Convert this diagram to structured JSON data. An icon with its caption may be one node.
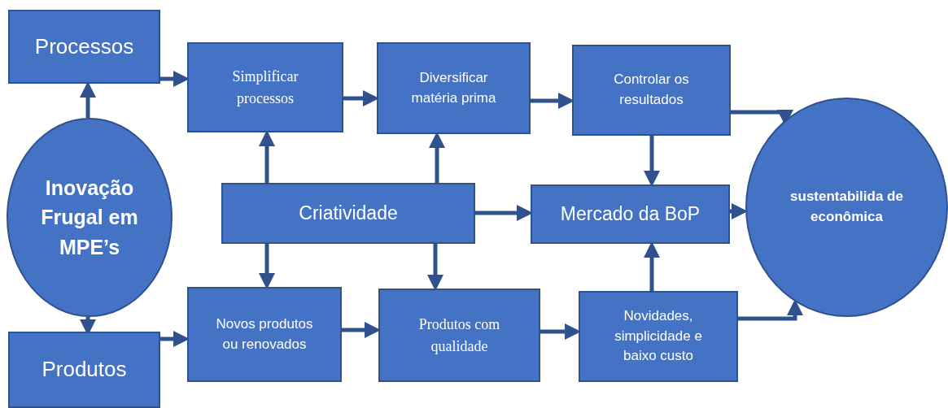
{
  "diagram": {
    "nodes": [
      {
        "text": [
          "Processos"
        ]
      },
      {
        "text": [
          "Inovação Frugal em MPE’s"
        ]
      },
      {
        "text": [
          "Produtos"
        ]
      },
      {
        "text": [
          "Simplificar processos"
        ]
      },
      {
        "text": [
          "Diversificar matéria prima"
        ]
      },
      {
        "text": [
          "Controlar os resultados"
        ]
      },
      {
        "text": [
          "Criatividade"
        ]
      },
      {
        "text": [
          "Mercado da BoP"
        ]
      },
      {
        "text": [
          "sustentabilida de econômica"
        ]
      },
      {
        "text": [
          "Novos produtos ou renovados"
        ]
      },
      {
        "text": [
          "Produtos com qualidade"
        ]
      },
      {
        "text": [
          "Novidades, simplicidade e baixo custo"
        ]
      }
    ],
    "edges": [
      {
        "from": 1,
        "to": 0,
        "arrow": "to"
      },
      {
        "from": 1,
        "to": 2,
        "arrow": "to"
      },
      {
        "from": 0,
        "to": 3,
        "arrow": "to"
      },
      {
        "from": 2,
        "to": 9,
        "arrow": "to"
      },
      {
        "from": 3,
        "to": 4,
        "arrow": "to"
      },
      {
        "from": 4,
        "to": 5,
        "arrow": "to"
      },
      {
        "from": 5,
        "to": 8,
        "arrow": "to"
      },
      {
        "from": 5,
        "to": 7,
        "arrow": "to"
      },
      {
        "from": 6,
        "to": 3,
        "arrow": "to"
      },
      {
        "from": 6,
        "to": 4,
        "arrow": "to"
      },
      {
        "from": 6,
        "to": 9,
        "arrow": "to"
      },
      {
        "from": 6,
        "to": 10,
        "arrow": "to"
      },
      {
        "from": 6,
        "to": 7,
        "arrow": "to"
      },
      {
        "from": 7,
        "to": 8,
        "arrow": "to"
      },
      {
        "from": 9,
        "to": 10,
        "arrow": "to"
      },
      {
        "from": 10,
        "to": 11,
        "arrow": "to"
      },
      {
        "from": 11,
        "to": 7,
        "arrow": "to"
      },
      {
        "from": 11,
        "to": 8,
        "arrow": "to"
      }
    ]
  }
}
